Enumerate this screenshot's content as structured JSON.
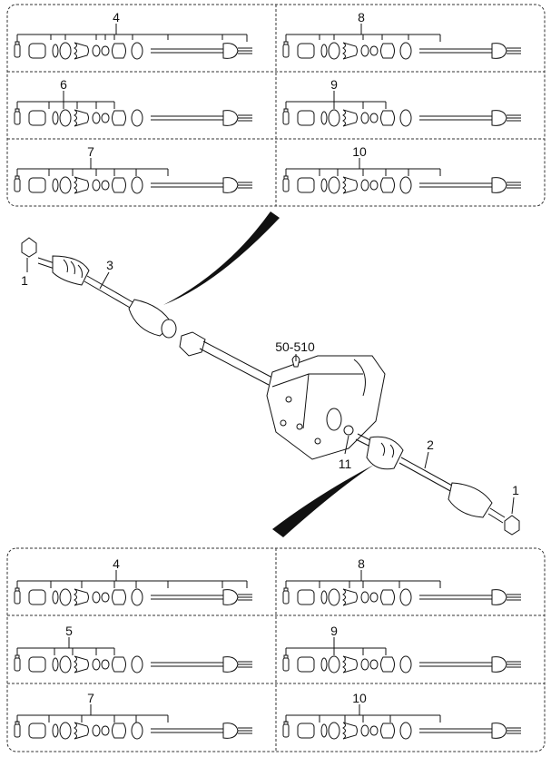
{
  "kit_labels": {
    "top": [
      "4",
      "8",
      "6",
      "9",
      "7",
      "10"
    ],
    "bottom": [
      "4",
      "8",
      "5",
      "9",
      "7",
      "10"
    ]
  },
  "callouts": {
    "c1_left": "1",
    "c3": "3",
    "c50": "50-510",
    "c2": "2",
    "c11": "11",
    "c1_right": "1"
  }
}
